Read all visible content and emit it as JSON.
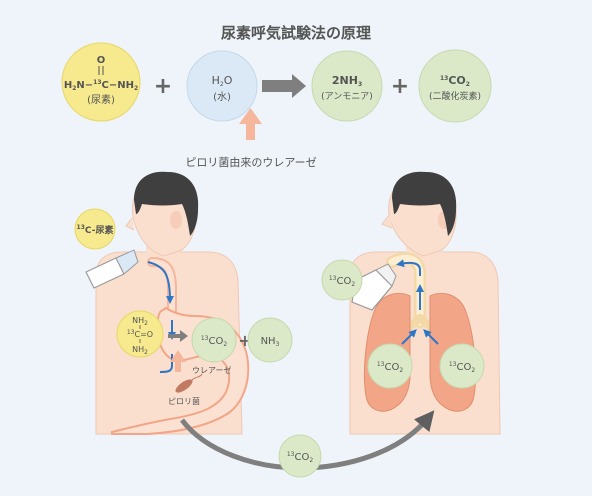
{
  "title": "尿素呼気試験法の原理",
  "equation": {
    "urea": {
      "top": "O",
      "middle": "H2N-13C-NH2",
      "label": "(尿素)"
    },
    "plus1": "+",
    "water": {
      "formula": "H2O",
      "label": "(水)"
    },
    "ammonia": {
      "formula": "2NH3",
      "label": "(アンモニア)"
    },
    "plus2": "+",
    "co2": {
      "formula": "13CO2",
      "label": "(二酸化炭素)"
    },
    "enzyme_label": "ピロリ菌由来のウレアーゼ"
  },
  "left_figure": {
    "reagent_label": "13C-尿素",
    "stomach_urea": [
      "NH2",
      "13C=O",
      "NH2"
    ],
    "co2": "13CO2",
    "plus": "+",
    "nh3": "NH3",
    "urease": "ウレアーゼ",
    "bacteria": "ピロリ菌"
  },
  "right_figure": {
    "bag_co2": "13CO2",
    "left_lung_co2": "13CO2",
    "right_lung_co2": "13CO2"
  },
  "transfer_co2": "13CO2",
  "colors": {
    "background": "#eef4f9",
    "urea_yellow": "#f6e98e",
    "water_blue": "#dbe9f6",
    "product_green": "#dbe9c9",
    "skin": "#fadfcf",
    "organ": "#fbe1d2",
    "lung": "#f2a687",
    "arrow_gray": "#7f7f7f",
    "arrow_blue": "#2f77c4",
    "arrow_peach": "#f6b69b",
    "hair": "#3f3f3f"
  }
}
